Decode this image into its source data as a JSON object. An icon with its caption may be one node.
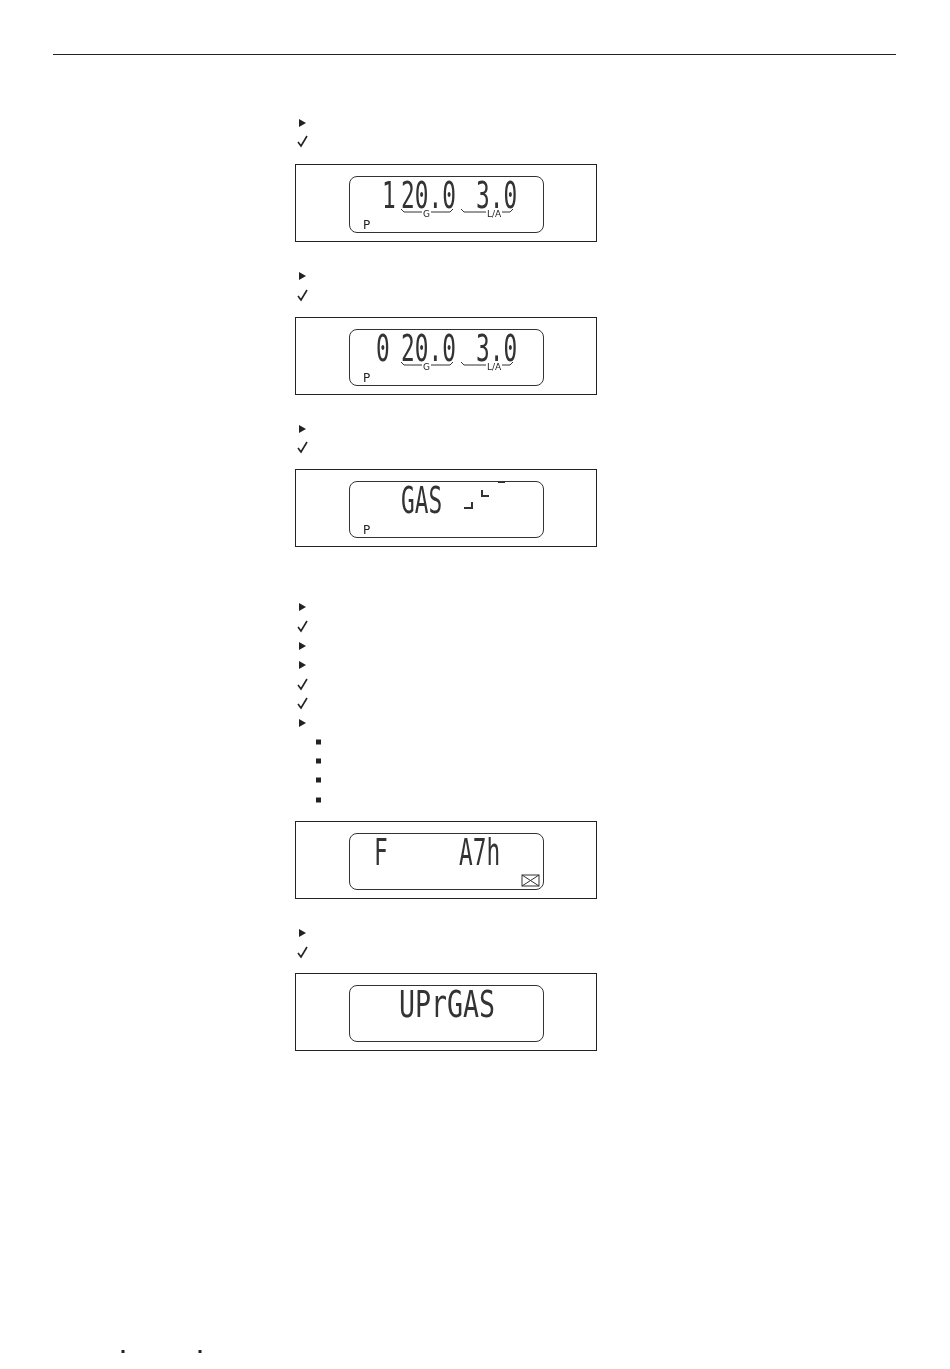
{
  "diagram": {
    "nodes": [
      {
        "text": [
          "1",
          "20.0",
          "3.0",
          "G",
          "L/A",
          "P"
        ]
      },
      {
        "text": [
          "0",
          "20.0",
          "3.0",
          "G",
          "L/A",
          "P"
        ]
      },
      {
        "text": [
          "GAS",
          "P"
        ]
      },
      {
        "text": [
          "F",
          "A7h"
        ]
      },
      {
        "text": [
          "UPrGAS"
        ]
      }
    ]
  }
}
